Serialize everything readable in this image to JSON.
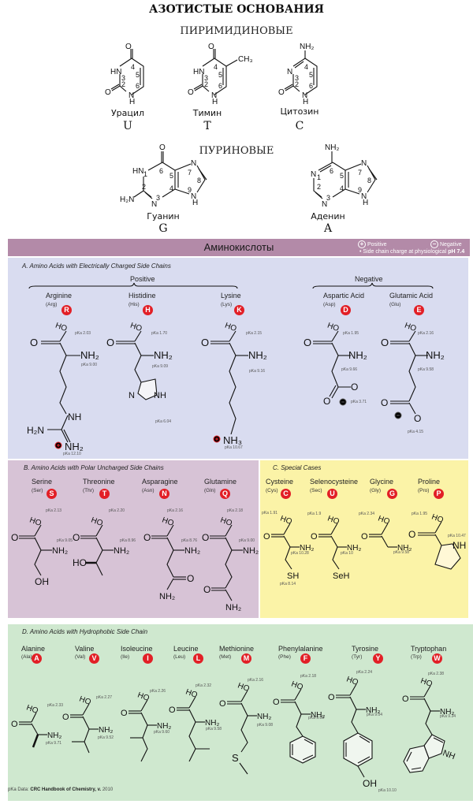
{
  "header": {
    "title": "АЗОТИСТЫЕ ОСНОВАНИЯ",
    "pyrimidines_label": "ПИРИМИДИНОВЫЕ",
    "purines_label": "ПУРИНОВЫЕ"
  },
  "pyrimidines": [
    {
      "name": "Урацил",
      "letter": "U"
    },
    {
      "name": "Тимин",
      "letter": "T",
      "substituent": "CH3"
    },
    {
      "name": "Цитозин",
      "letter": "C",
      "substituent": "NH2"
    }
  ],
  "purines": [
    {
      "name": "Гуанин",
      "letter": "G"
    },
    {
      "name": "Аденин",
      "letter": "A"
    }
  ],
  "amino_banner": {
    "title": "Аминокислоты",
    "legend_positive": "Positive",
    "legend_negative": "Negative",
    "legend_note": "• Side chain charge at physiological",
    "legend_ph": "pH 7.4",
    "colors": {
      "banner": "#b38aa8",
      "badge": "#e21f26"
    }
  },
  "sections": {
    "A": {
      "title": "A.   Amino Acids with Electrically Charged Side Chains",
      "positive_label": "Positive",
      "negative_label": "Negative",
      "color": "#d9dcf0",
      "acids": [
        {
          "name": "Arginine",
          "abbr": "(Arg)",
          "letter": "R",
          "pka_cooh": "pKa 2.03",
          "pka_nh2": "pKa 9.00",
          "pka_side": "pKa 12.10"
        },
        {
          "name": "Histidine",
          "abbr": "(His)",
          "letter": "H",
          "pka_cooh": "pKa 1.70",
          "pka_nh2": "pKa 9.09",
          "pka_side": "pKa 6.04"
        },
        {
          "name": "Lysine",
          "abbr": "(Lys)",
          "letter": "K",
          "pka_cooh": "pKa 2.15",
          "pka_nh2": "pKa 9.16",
          "pka_side": "pKa 10.67"
        },
        {
          "name": "Aspartic Acid",
          "abbr": "(Asp)",
          "letter": "D",
          "pka_cooh": "pKa 1.95",
          "pka_nh2": "pKa 9.66",
          "pka_side": "pKa 3.71"
        },
        {
          "name": "Glutamic Acid",
          "abbr": "(Glu)",
          "letter": "E",
          "pka_cooh": "pKa 2.16",
          "pka_nh2": "pKa 9.58",
          "pka_side": "pKa 4.15"
        }
      ]
    },
    "B": {
      "title": "B.   Amino Acids with Polar Uncharged Side Chains",
      "color": "#d7c3d6",
      "acids": [
        {
          "name": "Serine",
          "abbr": "(Ser)",
          "letter": "S",
          "pka_cooh": "pKa 2.13",
          "pka_nh2": "pKa 9.05"
        },
        {
          "name": "Threonine",
          "abbr": "(Thr)",
          "letter": "T",
          "pka_cooh": "pKa 2.20",
          "pka_nh2": "pKa 8.96"
        },
        {
          "name": "Asparagine",
          "abbr": "(Asn)",
          "letter": "N",
          "pka_cooh": "pKa 2.16",
          "pka_nh2": "pKa 8.76"
        },
        {
          "name": "Glutamine",
          "abbr": "(Gln)",
          "letter": "Q",
          "pka_cooh": "pKa 2.18",
          "pka_nh2": "pKa 9.00"
        }
      ]
    },
    "C": {
      "title": "C.   Special Cases",
      "color": "#fbf3a7",
      "acids": [
        {
          "name": "Cysteine",
          "abbr": "(Cys)",
          "letter": "C",
          "pka_cooh": "pKa 1.91",
          "pka_nh2": "pKa 10.28",
          "pka_side": "pKa 8.14"
        },
        {
          "name": "Selenocysteine",
          "abbr": "(Sec)",
          "letter": "U",
          "pka_cooh": "pKa 1.9",
          "pka_nh2": "pKa 10"
        },
        {
          "name": "Glycine",
          "abbr": "(Gly)",
          "letter": "G",
          "pka_cooh": "pKa 2.34",
          "pka_nh2": "pKa 9.58"
        },
        {
          "name": "Proline",
          "abbr": "(Pro)",
          "letter": "P",
          "pka_cooh": "pKa 1.95",
          "pka_nh2": "pKa 10.47"
        }
      ]
    },
    "D": {
      "title": "D.   Amino Acids with Hydrophobic Side Chain",
      "color": "#cfe8cf",
      "acids": [
        {
          "name": "Alanine",
          "abbr": "(Ala)",
          "letter": "A",
          "pka_cooh": "pKa 2.33",
          "pka_nh2": "pKa 9.71"
        },
        {
          "name": "Valine",
          "abbr": "(Val)",
          "letter": "V",
          "pka_cooh": "pKa 2.27",
          "pka_nh2": "pKa 9.52"
        },
        {
          "name": "Isoleucine",
          "abbr": "(Ile)",
          "letter": "I",
          "pka_cooh": "pKa 2.26",
          "pka_nh2": "pKa 9.60"
        },
        {
          "name": "Leucine",
          "abbr": "(Leu)",
          "letter": "L",
          "pka_cooh": "pKa 2.32",
          "pka_nh2": "pKa 9.58"
        },
        {
          "name": "Methionine",
          "abbr": "(Met)",
          "letter": "M",
          "pka_cooh": "pKa 2.16",
          "pka_nh2": "pKa 9.08"
        },
        {
          "name": "Phenylalanine",
          "abbr": "(Phe)",
          "letter": "F",
          "pka_cooh": "pKa 2.18",
          "pka_nh2": "pKa 9.09"
        },
        {
          "name": "Tyrosine",
          "abbr": "(Tyr)",
          "letter": "Y",
          "pka_cooh": "pKa 2.24",
          "pka_nh2": "pKa 9.04",
          "pka_side": "pKa 10.10"
        },
        {
          "name": "Tryptophan",
          "abbr": "(Trp)",
          "letter": "W",
          "pka_cooh": "pKa 2.38",
          "pka_nh2": "pKa 9.34"
        }
      ]
    }
  },
  "footer": {
    "prefix": "pKa Data: ",
    "source": "CRC Handbook of Chemistry, v.",
    "year": " 2010"
  }
}
